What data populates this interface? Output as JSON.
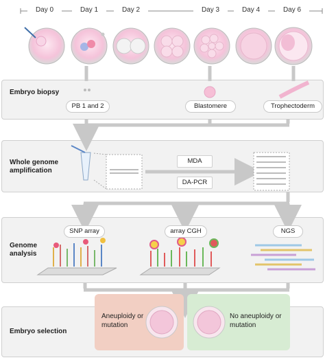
{
  "days": [
    "Day 0",
    "Day 1",
    "Day 2",
    "Day 3",
    "Day 4",
    "Day 6"
  ],
  "rows": {
    "biopsy": {
      "title": "Embryo biopsy",
      "samples": [
        "PB 1 and 2",
        "Blastomere",
        "Trophectoderm"
      ]
    },
    "amplification": {
      "title": "Whole genome amplification",
      "methods": [
        "MDA",
        "DA-PCR"
      ]
    },
    "analysis": {
      "title": "Genome analysis",
      "methods": [
        "SNP array",
        "array CGH",
        "NGS"
      ]
    },
    "selection": {
      "title": "Embryo selection",
      "outcomes": [
        {
          "label": "Aneuploidy or mutation",
          "color": "#f2cfc3"
        },
        {
          "label": "No aneuploidy or mutation",
          "color": "#d7ecd3"
        }
      ]
    }
  },
  "colors": {
    "embryo": "#f4b9d3",
    "arrow": "#c8c8c8",
    "panel": "#f2f2f2"
  }
}
